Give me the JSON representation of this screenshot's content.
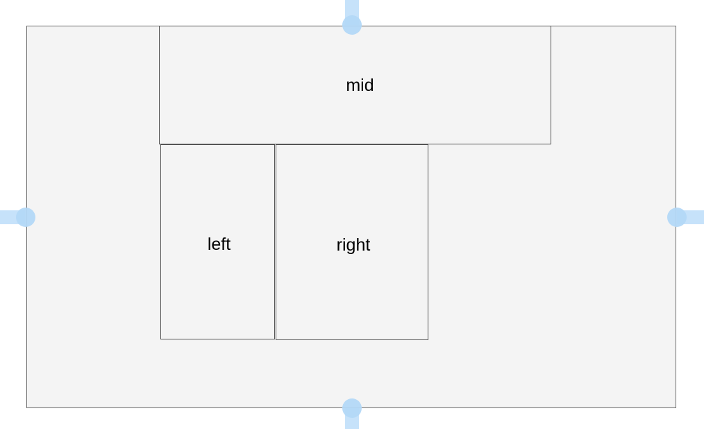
{
  "diagram": {
    "shapes": {
      "mid": {
        "label": "mid"
      },
      "left": {
        "label": "left"
      },
      "right": {
        "label": "right"
      }
    },
    "colors": {
      "shape_fill": "#f4f4f4",
      "shape_border": "#555555",
      "handle": "#b3d8f7"
    },
    "handles": [
      "top",
      "right",
      "bottom",
      "left"
    ]
  }
}
